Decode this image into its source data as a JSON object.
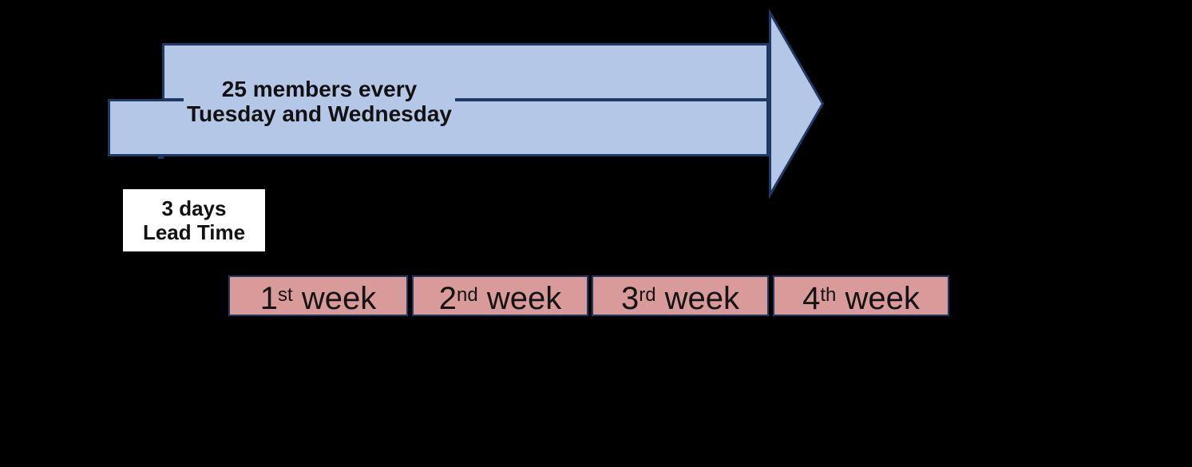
{
  "canvas": {
    "background": "#000000"
  },
  "arrow": {
    "fill": "#b4c7e7",
    "border": "#1f3864",
    "label_line1": "25 members every",
    "label_line2": "Tuesday and Wednesday"
  },
  "lead_time": {
    "background": "#ffffff",
    "line1": "3 days",
    "line2": "Lead Time"
  },
  "weeks": {
    "fill": "#d99a9a",
    "border": "#1f3864",
    "items": [
      {
        "num": "1",
        "ordinal": "st",
        "rest": " week"
      },
      {
        "num": "2",
        "ordinal": "nd",
        "rest": " week"
      },
      {
        "num": "3",
        "ordinal": "rd",
        "rest": " week"
      },
      {
        "num": "4",
        "ordinal": "th",
        "rest": " week"
      }
    ]
  }
}
